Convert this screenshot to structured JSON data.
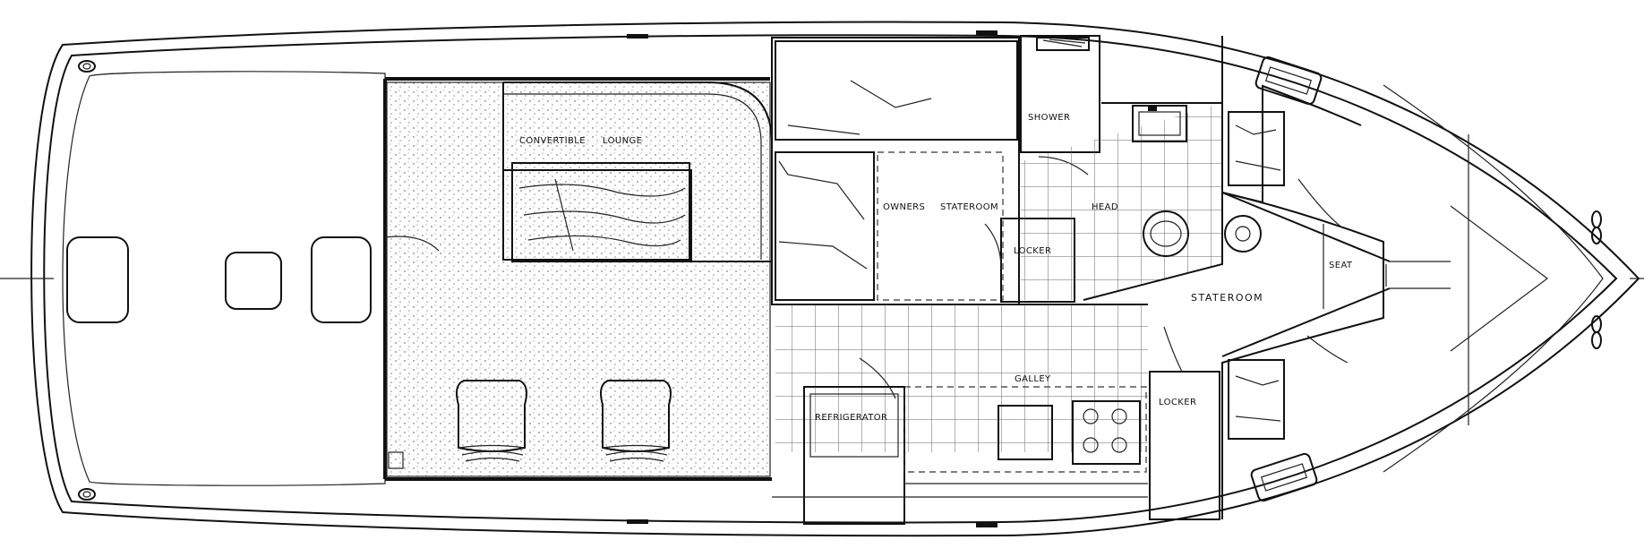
{
  "labels": {
    "convertible": "CONVERTIBLE",
    "lounge": "LOUNGE",
    "owners": "OWNERS",
    "stateroom_owner": "STATEROOM",
    "shower": "SHOWER",
    "head": "HEAD",
    "locker_owner": "LOCKER",
    "stateroom_fwd": "STATEROOM",
    "seat": "SEAT",
    "galley": "GALLEY",
    "refrigerator": "REFRIGERATOR",
    "locker_fwd": "LOCKER"
  },
  "icons": {
    "deck_hatch": "rounded-rectangle-hatch",
    "cleat": "deck-cleat",
    "helm_seat": "helm-seat"
  },
  "colors": {
    "line": "#111111",
    "background": "#ffffff"
  }
}
